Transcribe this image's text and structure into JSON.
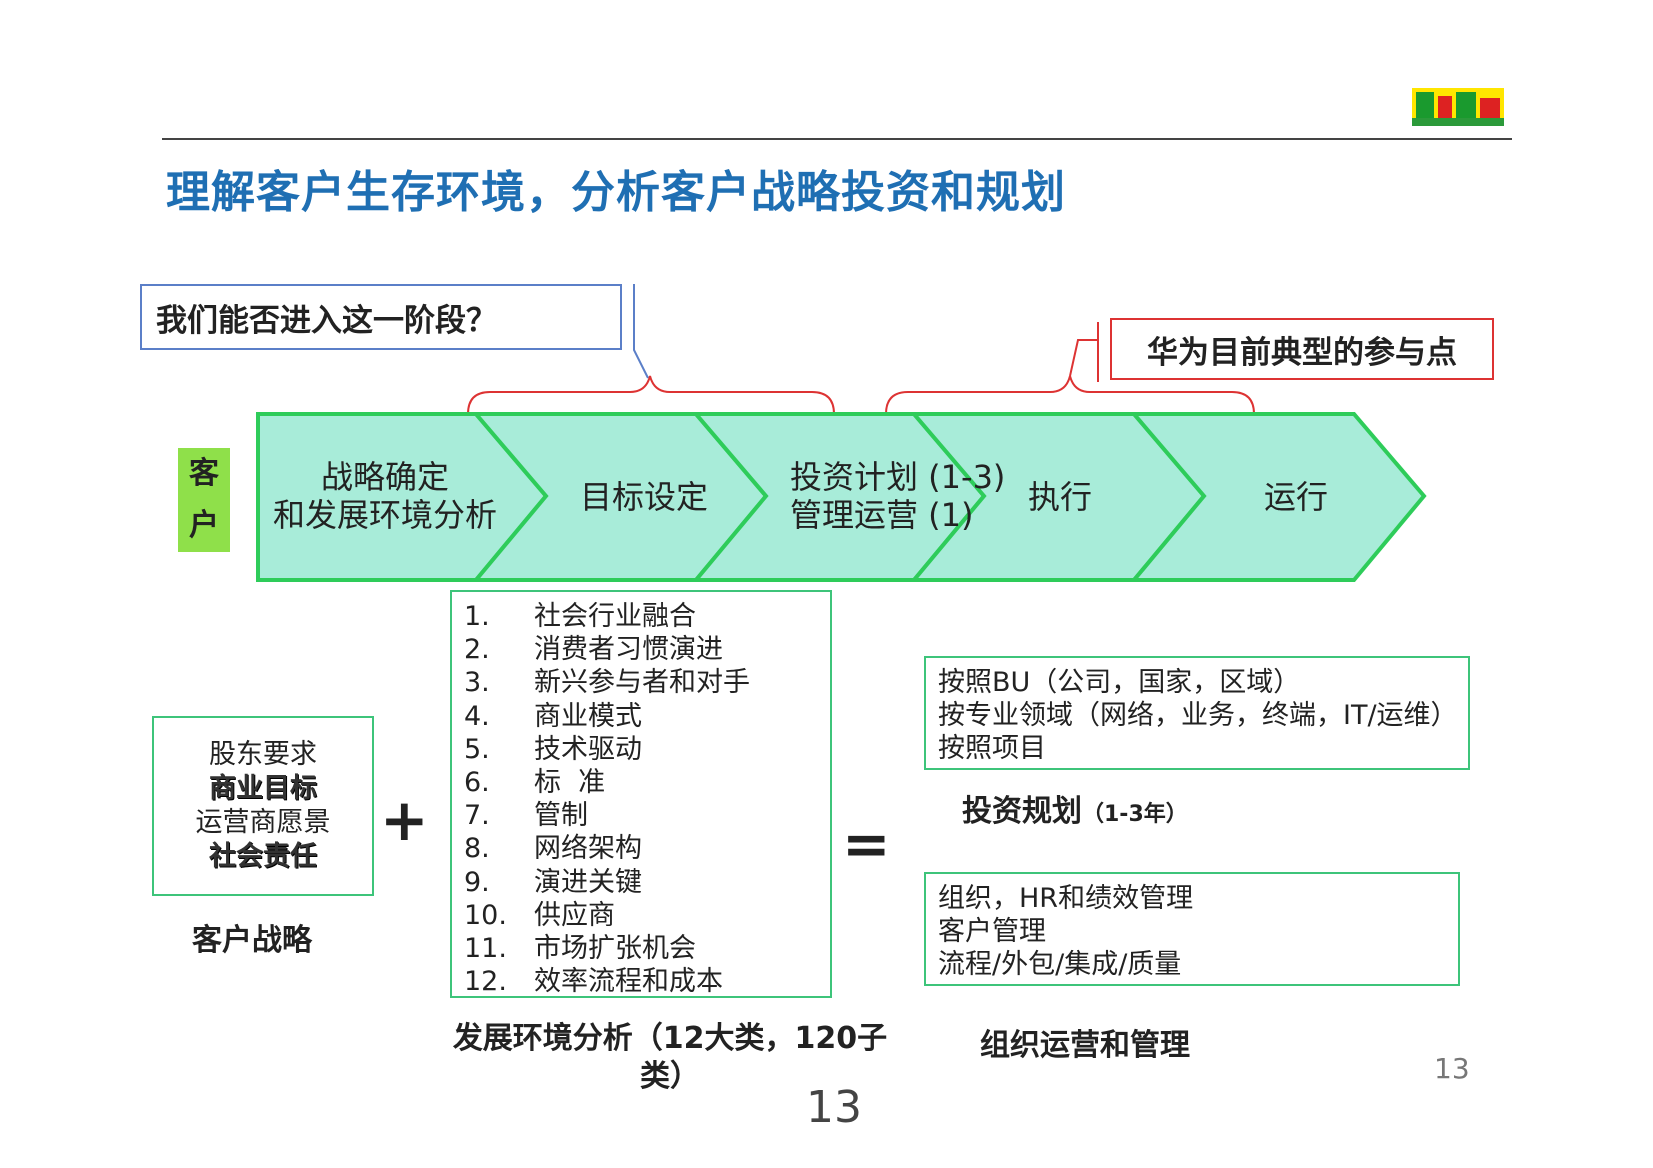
{
  "title": "理解客户生存环境，分析客户战略投资和规划",
  "callouts": {
    "question": "我们能否进入这一阶段？",
    "huawei_point": "华为目前典型的参与点"
  },
  "customer_tag": [
    "客",
    "户"
  ],
  "stages": [
    {
      "lines": [
        "战略确定",
        "和发展环境分析"
      ]
    },
    {
      "lines": [
        "目标设定"
      ]
    },
    {
      "lines": [
        "投资计划 (1-3)",
        "管理运营 (1)"
      ]
    },
    {
      "lines": [
        "执行"
      ]
    },
    {
      "lines": [
        "运行"
      ]
    }
  ],
  "strategy_box": {
    "lines": [
      "股东要求",
      "商业目标",
      "运营商愿景",
      "社会责任"
    ],
    "caption": "客户战略"
  },
  "operators": {
    "plus": "+",
    "equals": "="
  },
  "env_list": {
    "items": [
      {
        "num": "1.",
        "text": "社会行业融合"
      },
      {
        "num": "2.",
        "text": "消费者习惯演进"
      },
      {
        "num": "3.",
        "text": "新兴参与者和对手"
      },
      {
        "num": "4.",
        "text": "商业模式"
      },
      {
        "num": "5.",
        "text": "技术驱动"
      },
      {
        "num": "6.",
        "text": "标  准"
      },
      {
        "num": "7.",
        "text": "管制"
      },
      {
        "num": "8.",
        "text": "网络架构"
      },
      {
        "num": "9.",
        "text": "演进关键"
      },
      {
        "num": "10.",
        "text": "供应商"
      },
      {
        "num": "11.",
        "text": "市场扩张机会"
      },
      {
        "num": "12.",
        "text": "效率流程和成本"
      }
    ],
    "caption": "发展环境分析（12大类，120子类）"
  },
  "invest_box": {
    "lines": [
      "按照BU（公司，国家，区域）",
      "按专业领域（网络，业务，终端，IT/运维）",
      "按照项目"
    ],
    "caption_main": "投资规划",
    "caption_sub": "（1-3年）"
  },
  "org_box": {
    "lines": [
      "组织，HR和绩效管理",
      "客户管理",
      "流程/外包/集成/质量"
    ],
    "caption": "组织运营和管理"
  },
  "page_number": "13",
  "colors": {
    "title": "#1f6fb3",
    "arrow_fill": "#a8ecd9",
    "arrow_stroke": "#2ecc5a",
    "customer_tag": "#8fe04a",
    "box_border": "#3dc47a",
    "brace_red": "#d33",
    "brace_blue": "#5b7fc8"
  }
}
